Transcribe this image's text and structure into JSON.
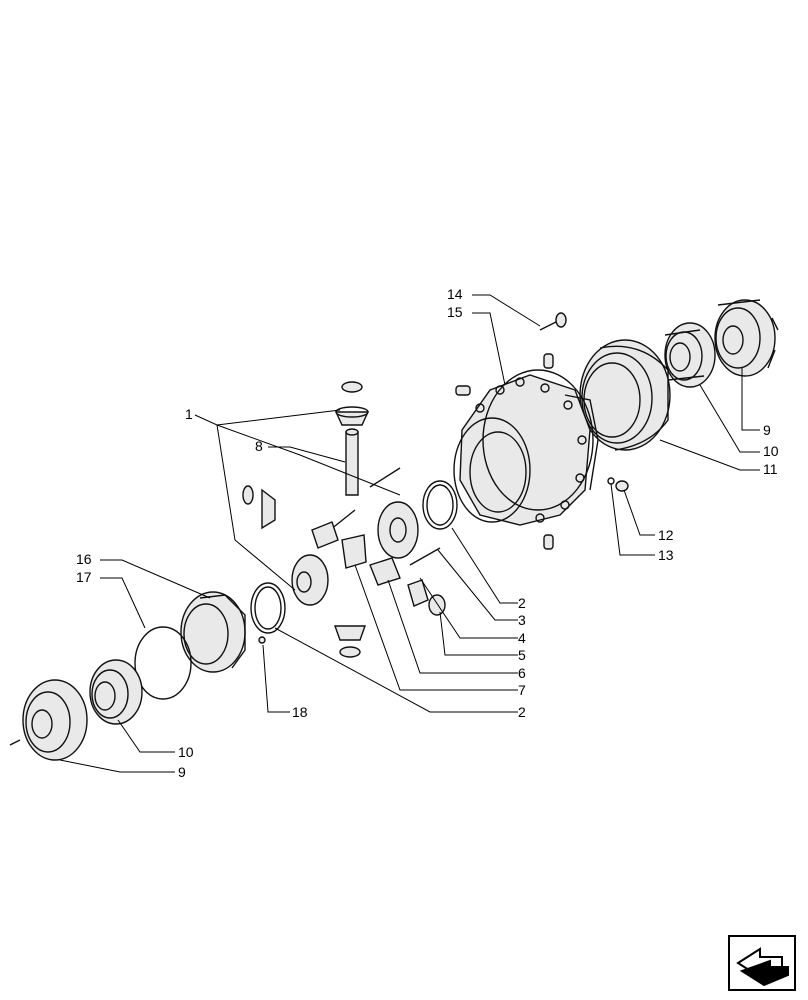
{
  "callouts": [
    "1",
    "2",
    "3",
    "4",
    "5",
    "6",
    "7",
    "8",
    "9",
    "10",
    "11",
    "12",
    "13",
    "14",
    "15",
    "16",
    "17",
    "18",
    "2",
    "9",
    "10"
  ],
  "nav": {
    "icon": "arrow-icon"
  }
}
